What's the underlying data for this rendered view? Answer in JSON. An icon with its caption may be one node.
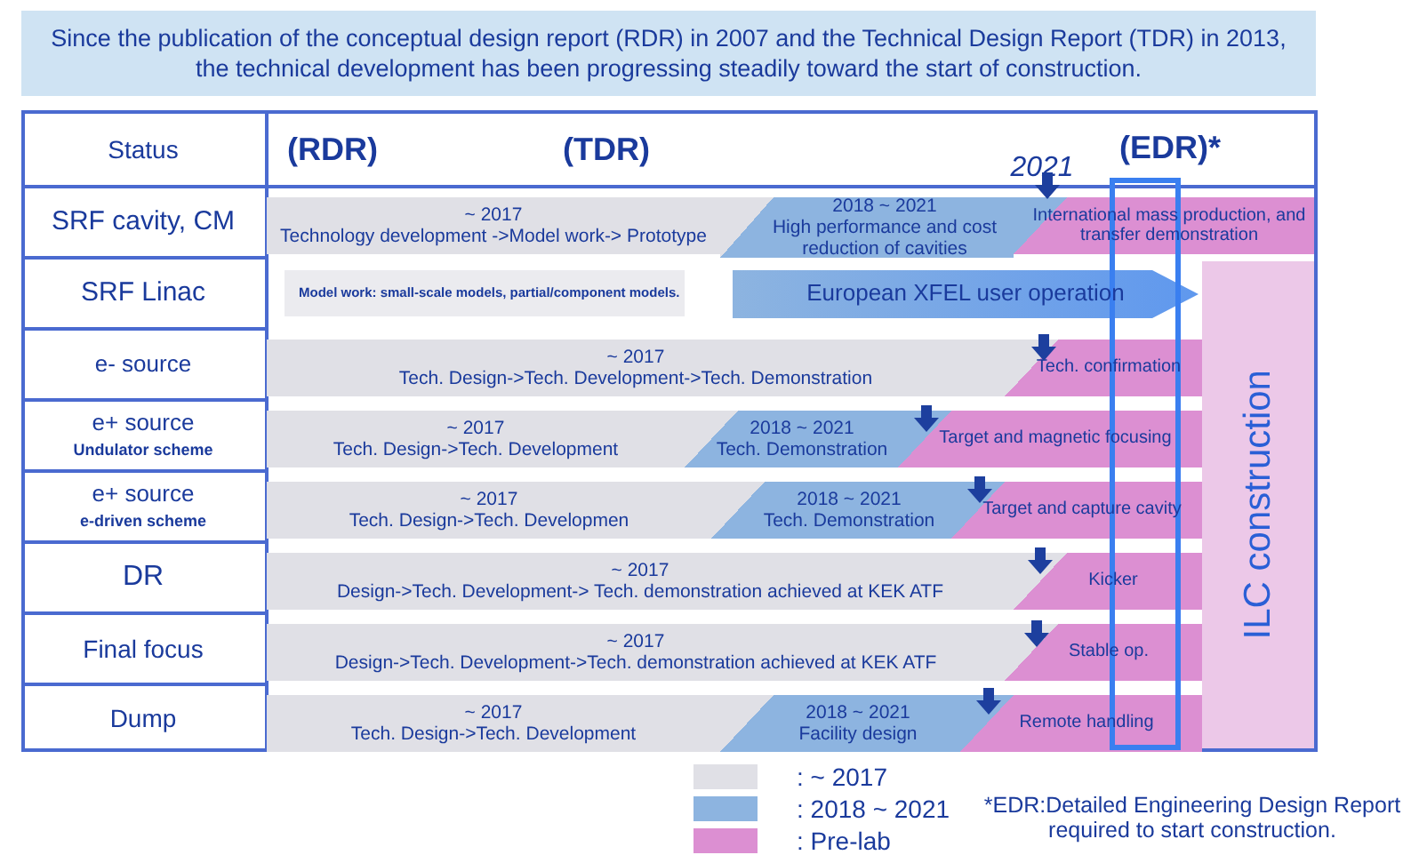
{
  "diagram": {
    "title": "Since the publication of the conceptual design report (RDR) in 2007 and the Technical Design Report (TDR) in 2013, the technical development has been progressing steadily toward the start of construction.",
    "nodes": [
      {
        "text": [
          "~ 2017",
          "Technology development ->Model work-> Prototype"
        ]
      },
      {
        "text": [
          "2018 ~ 2021",
          "High performance and cost reduction of cavities"
        ]
      },
      {
        "text": [
          "International mass production, and transfer demonstration"
        ]
      },
      {
        "text": [
          "Model work: small-scale models, partial/component models."
        ]
      },
      {
        "text": [
          "European XFEL user operation"
        ]
      },
      {
        "text": [
          "~ 2017",
          "Tech. Design->Tech. Development->Tech. Demonstration"
        ]
      },
      {
        "text": [
          "Tech. confirmation"
        ]
      },
      {
        "text": [
          "~ 2017",
          "Tech. Design->Tech. Development"
        ]
      },
      {
        "text": [
          "2018 ~ 2021",
          "Tech. Demonstration"
        ]
      },
      {
        "text": [
          "Target and magnetic focusing"
        ]
      },
      {
        "text": [
          "~ 2017",
          "Tech. Design->Tech. Developmen"
        ]
      },
      {
        "text": [
          "2018 ~ 2021",
          "Tech. Demonstration"
        ]
      },
      {
        "text": [
          "Target and capture cavity"
        ]
      },
      {
        "text": [
          "~ 2017",
          "Design->Tech. Development-> Tech. demonstration achieved at KEK ATF"
        ]
      },
      {
        "text": [
          "Kicker"
        ]
      },
      {
        "text": [
          "~ 2017",
          "Design->Tech. Development->Tech. demonstration achieved at KEK ATF"
        ]
      },
      {
        "text": [
          "Stable op."
        ]
      },
      {
        "text": [
          "~ 2017",
          "Tech. Design->Tech. Development"
        ]
      },
      {
        "text": [
          "2018 ~ 2021",
          "Facility design"
        ]
      },
      {
        "text": [
          "Remote handling"
        ]
      },
      {
        "text": [
          "ILC construction"
        ]
      }
    ],
    "labels": [
      "Status",
      "(RDR)",
      "(TDR)",
      "(EDR)*",
      "2021",
      "SRF cavity, CM",
      "SRF Linac",
      "e- source",
      "e+ source",
      "Undulator scheme",
      "e+ source",
      "e-driven scheme",
      "DR",
      "Final focus",
      "Dump",
      "*EDR:Detailed Engineering Design Report required to start construction."
    ],
    "legend": [
      {
        "text": ": ~ 2017",
        "color": "#e0e0e6"
      },
      {
        "text": ": 2018 ~ 2021",
        "color": "#8db4e0"
      },
      {
        "text": ": Pre-lab",
        "color": "#dc8fd2"
      }
    ]
  }
}
